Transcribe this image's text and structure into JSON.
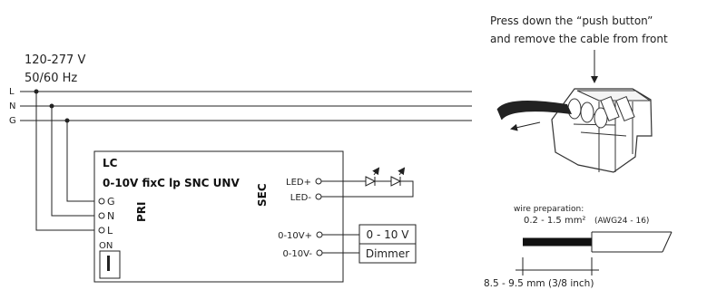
{
  "supply": {
    "voltage": "120-277 V",
    "frequency": "50/60 Hz",
    "lines": [
      "L",
      "N",
      "G"
    ]
  },
  "driver": {
    "brand": "LC",
    "model": "0-10V fixC lp SNC UNV",
    "primary_label": "PRI",
    "secondary_label": "SEC",
    "primary_terminals": [
      "G",
      "N",
      "L"
    ],
    "switch_label": "ON",
    "led_terminals": [
      "LED+",
      "LED-"
    ],
    "dim_terminals": [
      "0-10V+",
      "0-10V-"
    ]
  },
  "dimmer": {
    "range": "0 - 10 V",
    "name": "Dimmer"
  },
  "instructions": {
    "line1": "Press down the “push button”",
    "line2": "and remove the cable from front"
  },
  "wire_prep": {
    "title": "wire preparation:",
    "cross_section": "0.2 - 1.5 mm²",
    "awg": "(AWG24 - 16)",
    "strip_length": "8.5 - 9.5 mm (3/8 inch)"
  }
}
